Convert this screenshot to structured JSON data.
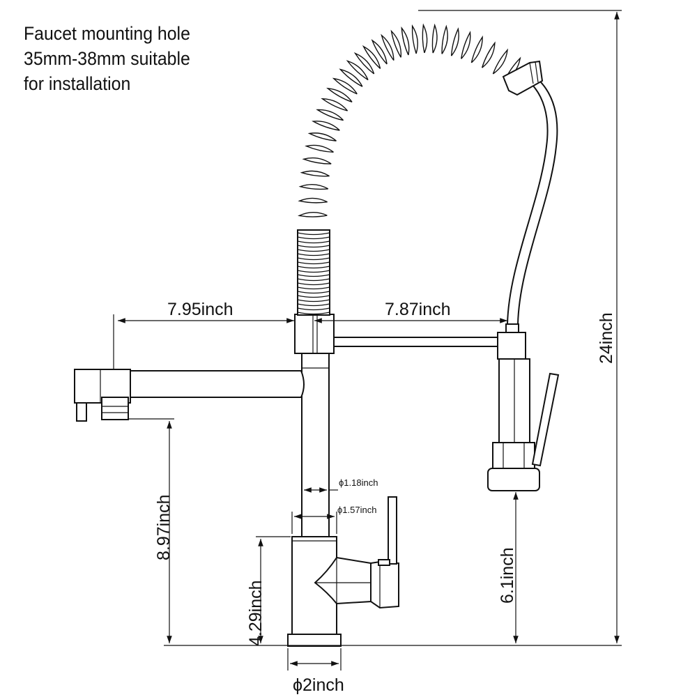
{
  "note": {
    "lines": [
      "Faucet mounting hole",
      "35mm-38mm suitable",
      "for installation"
    ]
  },
  "dimensions": {
    "left_reach": "7.95inch",
    "right_reach": "7.87inch",
    "total_height": "24inch",
    "spout_height": "8.97inch",
    "body_height": "4.29inch",
    "sprayer_height": "6.1inch",
    "base_diameter": "ϕ2inch",
    "tube_diameter_small": "ϕ1.18inch",
    "tube_diameter_large": "ϕ1.57inch"
  },
  "colors": {
    "line": "#111111",
    "background": "#ffffff"
  }
}
